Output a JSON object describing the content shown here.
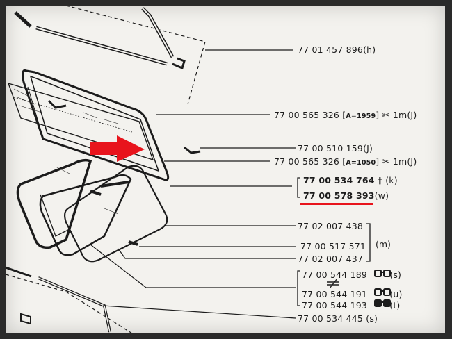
{
  "parts": [
    {
      "id": "p1",
      "number": "77 01 457 896",
      "suffix": "(h)"
    },
    {
      "id": "p2",
      "number": "77 00 565 326",
      "note": "A=1959",
      "symbol": "✂",
      "unit": "1m",
      "suffix": "(J)"
    },
    {
      "id": "p3",
      "number": "77 00 510 159",
      "suffix": "(J)"
    },
    {
      "id": "p4",
      "number": "77 00 565 326",
      "note": "A=1050",
      "symbol": "✂",
      "unit": "1m",
      "suffix": "(J)"
    },
    {
      "id": "p5",
      "number": "77 00 534 764",
      "symbol": "†",
      "suffix": "(k)"
    },
    {
      "id": "p6",
      "number": "77 00 578 393",
      "suffix": "(w)"
    },
    {
      "id": "p7",
      "number": "77 02 007 438"
    },
    {
      "id": "p8",
      "number": "77 00 517 571"
    },
    {
      "id": "p9",
      "number": "77 02 007 437"
    },
    {
      "id": "p10",
      "number": "77 00 544 189",
      "suffix": "(s)"
    },
    {
      "id": "p11",
      "number": "77 00 544 191",
      "suffix": "(u)"
    },
    {
      "id": "p12",
      "number": "77 00 544 193",
      "suffix": "(t)"
    },
    {
      "id": "p13",
      "number": "77 00 534 445",
      "suffix": "(s)"
    }
  ],
  "group_label": "(m)",
  "colors": {
    "highlight": "#e8141c",
    "ink": "#1c1c1c",
    "paper": "#f3f2ee",
    "frame": "#2a2a2a"
  },
  "icons": {
    "arrow": "red-arrow-icon",
    "glasses_outline": "glasses-outline-icon",
    "glasses_filled": "glasses-filled-icon"
  }
}
